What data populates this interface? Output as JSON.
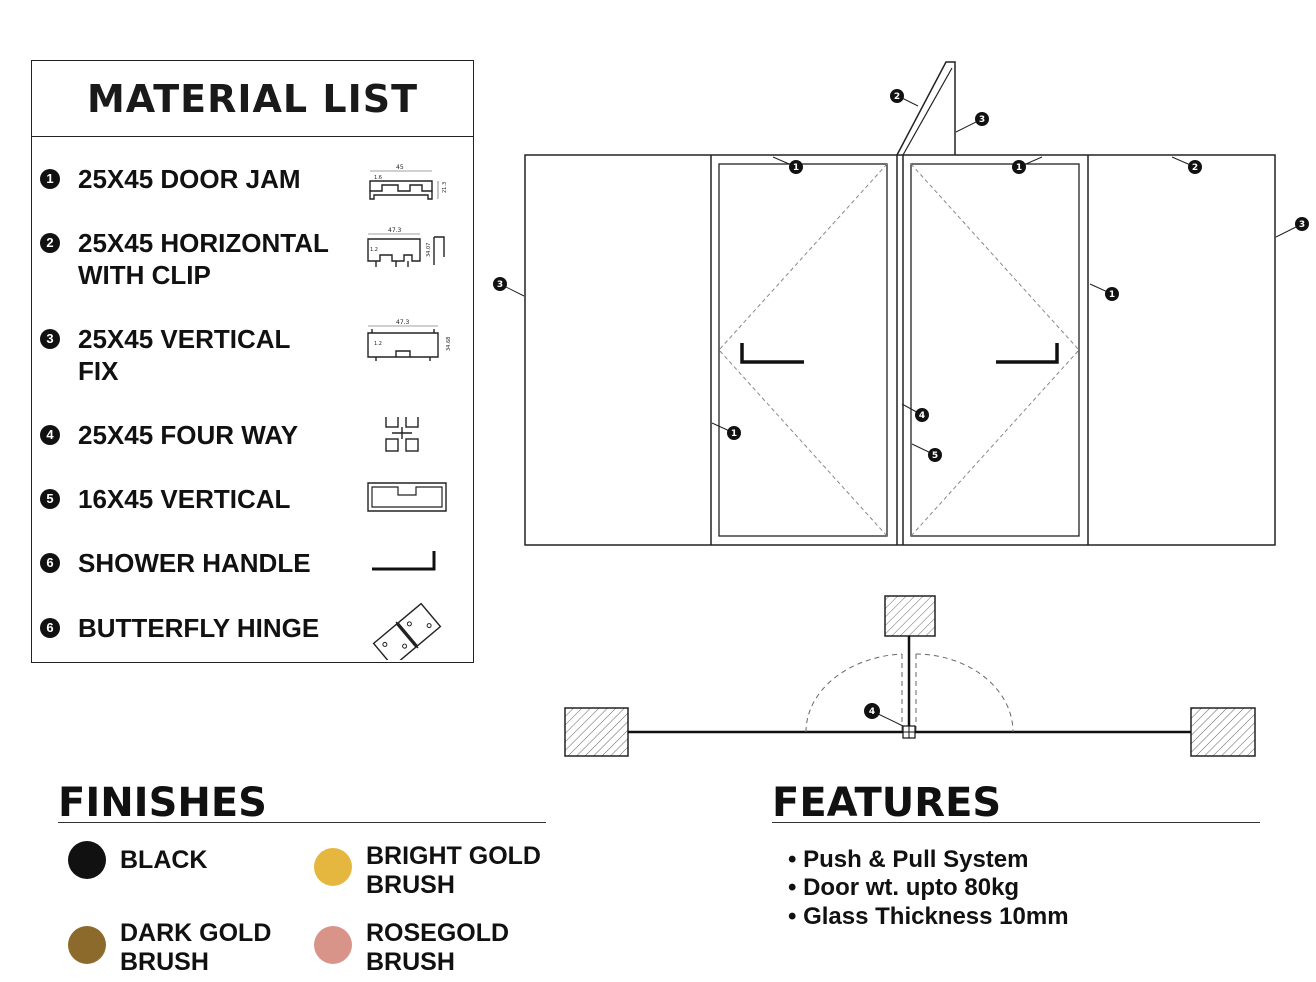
{
  "material_list": {
    "title": "MATERIAL LIST",
    "items": [
      {
        "num": "1",
        "label_lines": [
          "25X45 DOOR JAM"
        ],
        "icon": "door-jam-profile-icon"
      },
      {
        "num": "2",
        "label_lines": [
          "25X45 HORIZONTAL",
          "WITH CLIP"
        ],
        "icon": "horizontal-with-clip-profile-icon"
      },
      {
        "num": "3",
        "label_lines": [
          "25X45 VERTICAL",
          "FIX"
        ],
        "icon": "vertical-fix-profile-icon"
      },
      {
        "num": "4",
        "label_lines": [
          "25X45 FOUR WAY"
        ],
        "icon": "four-way-connector-icon"
      },
      {
        "num": "5",
        "label_lines": [
          "16X45 VERTICAL"
        ],
        "icon": "vertical-16x45-profile-icon"
      },
      {
        "num": "6",
        "label_lines": [
          "SHOWER HANDLE"
        ],
        "icon": "shower-handle-icon"
      },
      {
        "num": "6",
        "label_lines": [
          "BUTTERFLY HINGE"
        ],
        "icon": "butterfly-hinge-icon"
      }
    ],
    "dims": {
      "jam_width": "45",
      "jam_thick": "1.6",
      "jam_height": "21.3",
      "horiz_width": "47.3",
      "horiz_thick": "1.2",
      "horiz_height": "34.07",
      "vert_width": "47.3",
      "vert_thick": "1.2",
      "vert_height": "34.68"
    }
  },
  "drawing": {
    "elevation_callouts": [
      "2",
      "3",
      "1",
      "1",
      "2",
      "3",
      "3",
      "1",
      "1",
      "4",
      "5"
    ],
    "plan_callouts": [
      "4"
    ]
  },
  "finishes": {
    "heading": "FINISHES",
    "items": [
      {
        "label_lines": [
          "BLACK"
        ],
        "color": "#111111"
      },
      {
        "label_lines": [
          "BRIGHT GOLD",
          "BRUSH"
        ],
        "color": "#e6b73e"
      },
      {
        "label_lines": [
          "DARK GOLD",
          "BRUSH"
        ],
        "color": "#8b6a2c"
      },
      {
        "label_lines": [
          "ROSEGOLD",
          "BRUSH"
        ],
        "color": "#d9948a"
      }
    ]
  },
  "features": {
    "heading": "FEATURES",
    "items": [
      "• Push & Pull System",
      "• Door wt. upto 80kg",
      "• Glass Thickness 10mm"
    ]
  }
}
